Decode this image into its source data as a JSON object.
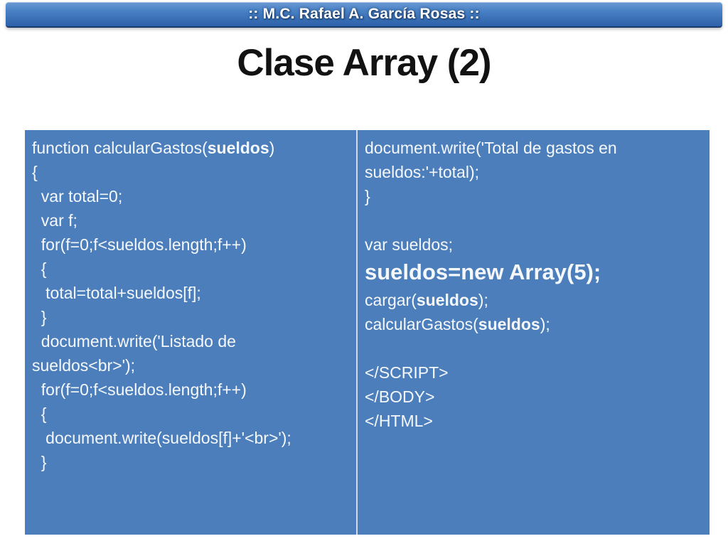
{
  "banner": {
    "text": ":: M.C. Rafael A. García Rosas ::"
  },
  "title": "Clase Array (2)",
  "colors": {
    "panel_blue": "#4d7ebc",
    "divider_light": "#cfdcec",
    "banner_blue_top": "#6b9ad3",
    "banner_blue_bottom": "#2d60a8",
    "banner_border": "#1b3d6e",
    "code_text": "#f4f8fb",
    "title_text": "#121212"
  },
  "code": {
    "left": {
      "lines": [
        {
          "large": false,
          "segments": [
            {
              "text": "function calcularGastos(",
              "bold": false
            },
            {
              "text": "sueldos",
              "bold": true
            },
            {
              "text": ")",
              "bold": false
            }
          ]
        },
        {
          "large": false,
          "segments": [
            {
              "text": "{",
              "bold": false
            }
          ]
        },
        {
          "large": false,
          "segments": [
            {
              "text": "  var total=0;",
              "bold": false
            }
          ]
        },
        {
          "large": false,
          "segments": [
            {
              "text": "  var f;",
              "bold": false
            }
          ]
        },
        {
          "large": false,
          "segments": [
            {
              "text": "  for(f=0;f<sueldos.length;f++)",
              "bold": false
            }
          ]
        },
        {
          "large": false,
          "segments": [
            {
              "text": "  {",
              "bold": false
            }
          ]
        },
        {
          "large": false,
          "segments": [
            {
              "text": "   total=total+sueldos[f];",
              "bold": false
            }
          ]
        },
        {
          "large": false,
          "segments": [
            {
              "text": "  }",
              "bold": false
            }
          ]
        },
        {
          "large": false,
          "segments": [
            {
              "text": "  document.write('Listado de",
              "bold": false
            }
          ]
        },
        {
          "large": false,
          "segments": [
            {
              "text": "sueldos<br>');",
              "bold": false
            }
          ]
        },
        {
          "large": false,
          "segments": [
            {
              "text": "  for(f=0;f<sueldos.length;f++)",
              "bold": false
            }
          ]
        },
        {
          "large": false,
          "segments": [
            {
              "text": "  {",
              "bold": false
            }
          ]
        },
        {
          "large": false,
          "segments": [
            {
              "text": "   document.write(sueldos[f]+'<br>');",
              "bold": false
            }
          ]
        },
        {
          "large": false,
          "segments": [
            {
              "text": "  }",
              "bold": false
            }
          ]
        }
      ]
    },
    "right": {
      "lines": [
        {
          "large": false,
          "segments": [
            {
              "text": "document.write('Total de gastos en",
              "bold": false
            }
          ]
        },
        {
          "large": false,
          "segments": [
            {
              "text": "sueldos:'+total);",
              "bold": false
            }
          ]
        },
        {
          "large": false,
          "segments": [
            {
              "text": "}",
              "bold": false
            }
          ]
        },
        {
          "large": false,
          "segments": [
            {
              "text": " ",
              "bold": false
            }
          ]
        },
        {
          "large": false,
          "segments": [
            {
              "text": "var sueldos;",
              "bold": false
            }
          ]
        },
        {
          "large": true,
          "segments": [
            {
              "text": "sueldos=new Array(5);",
              "bold": true
            }
          ]
        },
        {
          "large": false,
          "segments": [
            {
              "text": "cargar(",
              "bold": false
            },
            {
              "text": "sueldos",
              "bold": true
            },
            {
              "text": ");",
              "bold": false
            }
          ]
        },
        {
          "large": false,
          "segments": [
            {
              "text": "calcularGastos(",
              "bold": false
            },
            {
              "text": "sueldos",
              "bold": true
            },
            {
              "text": ");",
              "bold": false
            }
          ]
        },
        {
          "large": false,
          "segments": [
            {
              "text": " ",
              "bold": false
            }
          ]
        },
        {
          "large": false,
          "segments": [
            {
              "text": "</SCRIPT>",
              "bold": false
            }
          ]
        },
        {
          "large": false,
          "segments": [
            {
              "text": "</BODY>",
              "bold": false
            }
          ]
        },
        {
          "large": false,
          "segments": [
            {
              "text": "</HTML>",
              "bold": false
            }
          ]
        }
      ]
    }
  }
}
